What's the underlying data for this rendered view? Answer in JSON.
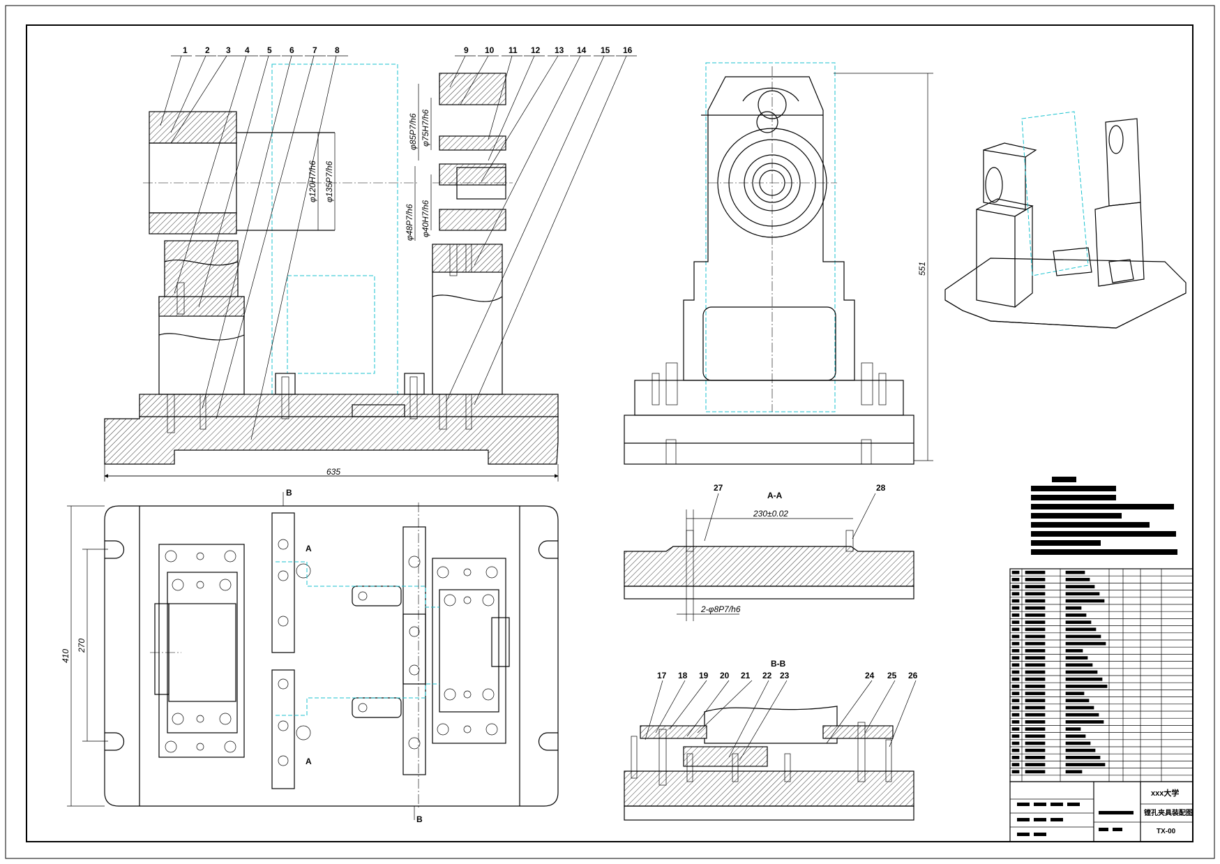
{
  "drawing": {
    "title_block": {
      "school": "xxx大学",
      "drawing_name": "镗孔夹具装配图",
      "drawing_no": "TX-00"
    },
    "part_numbers": [
      "1",
      "2",
      "3",
      "4",
      "5",
      "6",
      "7",
      "8",
      "9",
      "10",
      "11",
      "12",
      "13",
      "14",
      "15",
      "16",
      "17",
      "18",
      "19",
      "20",
      "21",
      "22",
      "23",
      "24",
      "25",
      "26",
      "27",
      "28"
    ],
    "fits": {
      "f1": "φ120H7/h6",
      "f2": "φ135P7/h6",
      "f3": "φ85P7/h6",
      "f4": "φ75H7/h6",
      "f5": "φ48P7/h6",
      "f6": "φ40H7/h6",
      "f7": "2-φ8P7/h6"
    },
    "dimensions": {
      "width_635": "635",
      "height_551": "551",
      "depth_410": "410",
      "span_270": "270",
      "span_230": "230±0.02"
    },
    "section_labels": {
      "aa": "A-A",
      "bb": "B-B",
      "a": "A",
      "b": "B"
    }
  }
}
